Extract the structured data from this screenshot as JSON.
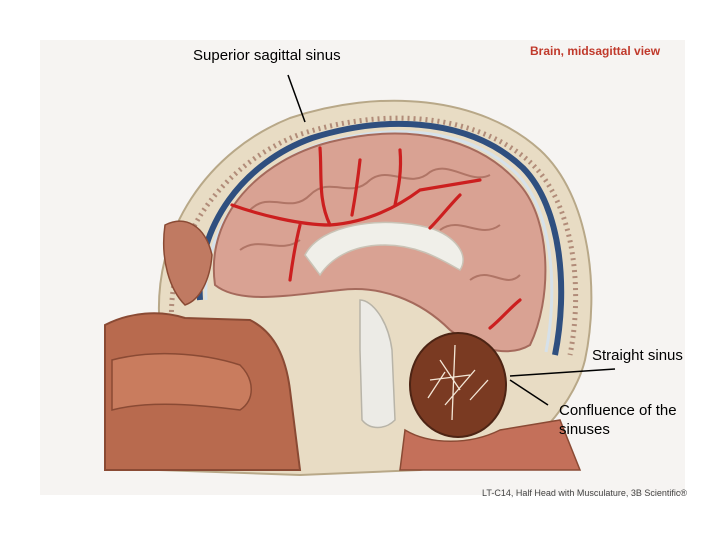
{
  "header": {
    "title": "Brain, midsagittal view"
  },
  "labels": {
    "superior_sagittal_sinus": "Superior sagittal sinus",
    "straight_sinus": "Straight sinus",
    "confluence": "Confluence of the sinuses"
  },
  "footer": {
    "credit": "LT-C14, Half Head with Musculature, 3B Scientific®"
  },
  "colors": {
    "skull": "#e8dcc4",
    "brain": "#d9a293",
    "dura": "#2f4f7f",
    "arteries": "#cc1f1f",
    "cerebellum": "#7a3a22",
    "face": "#b86a4e"
  }
}
